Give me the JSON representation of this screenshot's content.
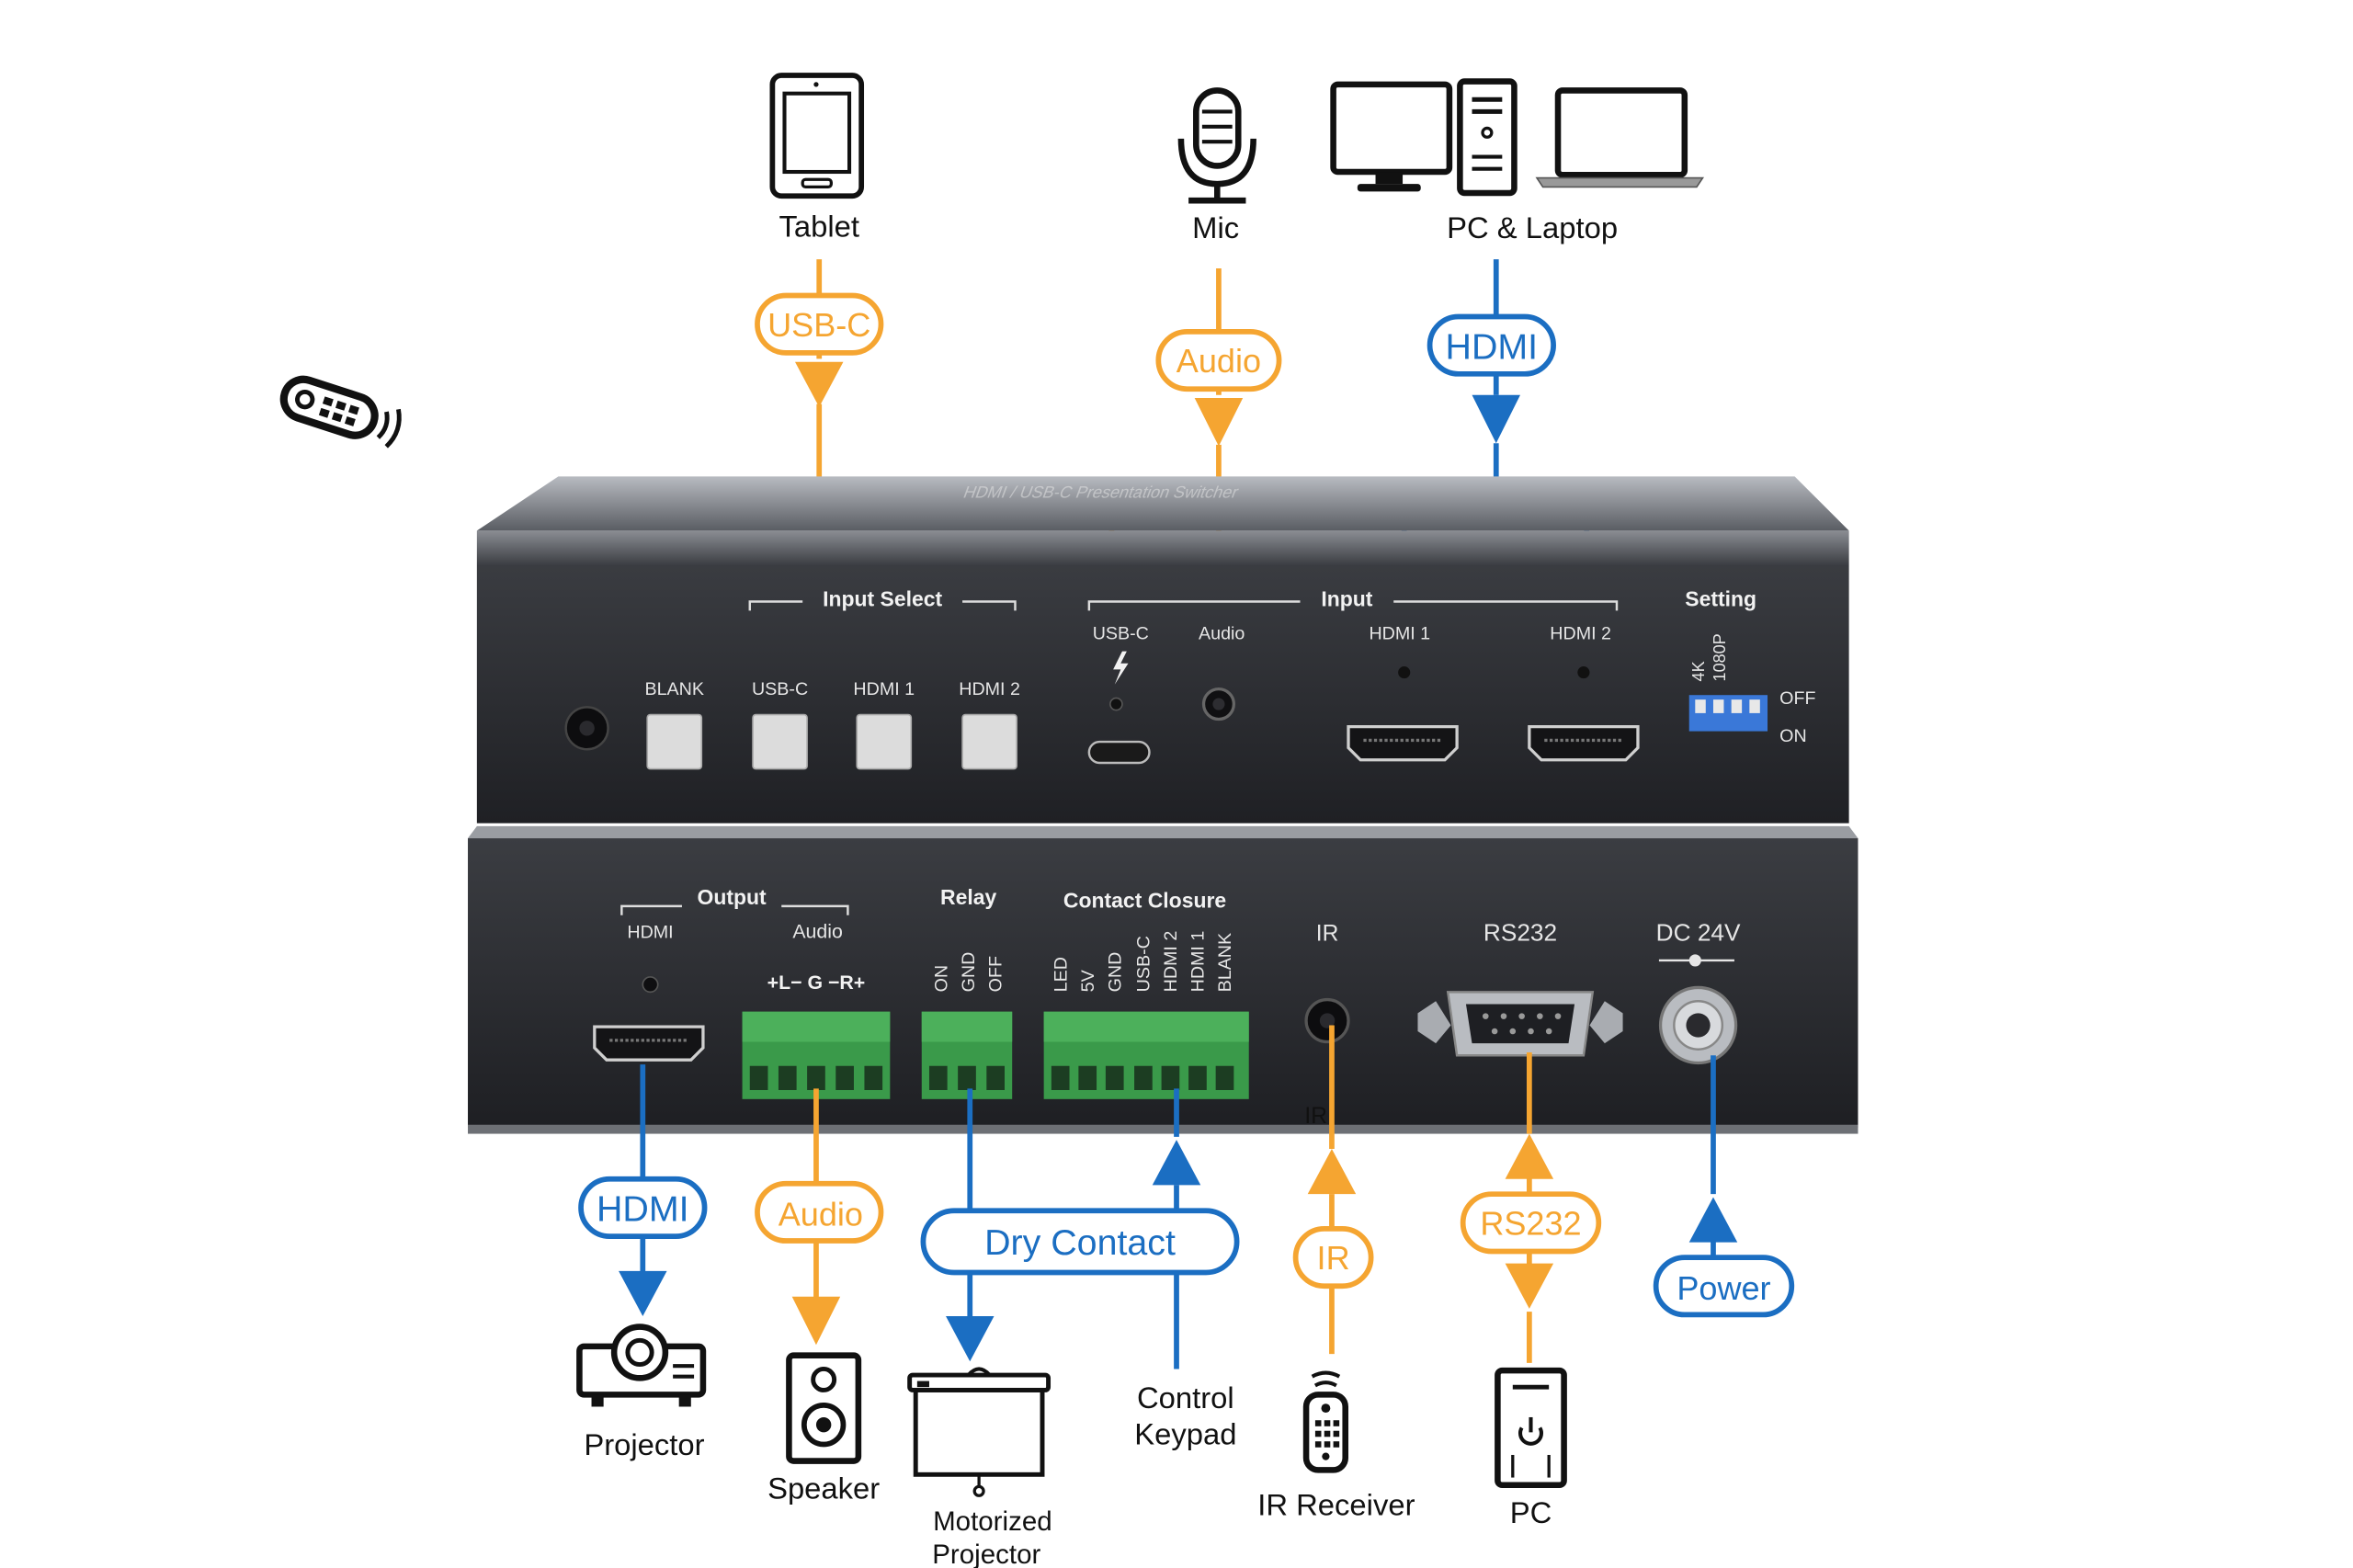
{
  "colors": {
    "orange": "#F5A531",
    "blue": "#1B6EC2",
    "device_body": "#2b2d31",
    "label_white": "#ffffff",
    "terminal_green": "#3a9a4a",
    "dip_blue": "#3a78d8",
    "button_grey": "#dcdcdc"
  },
  "top_devices": {
    "tablet": {
      "label": "Tablet",
      "icon": "tablet-icon"
    },
    "mic": {
      "label": "Mic",
      "icon": "microphone-icon"
    },
    "pc_laptop": {
      "label": "PC & Laptop",
      "icon": "pc-laptop-icon"
    }
  },
  "top_connections": {
    "usb_c": "USB-C",
    "audio": "Audio",
    "hdmi": "HDMI"
  },
  "front_panel": {
    "title_print": "HDMI / USB-C Presentation Switcher",
    "input_select": "Input Select",
    "buttons": [
      "BLANK",
      "USB-C",
      "HDMI 1",
      "HDMI 2"
    ],
    "input": "Input",
    "ports": [
      "USB-C",
      "Audio",
      "HDMI 1",
      "HDMI 2"
    ],
    "setting": "Setting",
    "dip_labels": [
      "4K",
      "1080P"
    ],
    "off": "OFF",
    "on": "ON"
  },
  "rear_panel": {
    "output": "Output",
    "hdmi": "HDMI",
    "audio": "Audio",
    "audio_pins": "+L−  G  −R+",
    "relay": "Relay",
    "relay_pins": [
      "ON",
      "GND",
      "OFF"
    ],
    "contact_closure": "Contact Closure",
    "cc_pins": [
      "LED",
      "5V",
      "GND",
      "USB-C",
      "HDMI 2",
      "HDMI 1",
      "BLANK"
    ],
    "ir": "IR",
    "rs232": "RS232",
    "dc": "DC 24V",
    "ir_under": "IR"
  },
  "bottom_connections": {
    "hdmi": "HDMI",
    "audio": "Audio",
    "dry_contact": "Dry Contact",
    "ir": "IR",
    "rs232": "RS232",
    "power": "Power"
  },
  "bottom_devices": {
    "projector": "Projector",
    "speaker": "Speaker",
    "motorized_projector": [
      "Motorized",
      "Projector"
    ],
    "control_keypad": [
      "Control",
      "Keypad"
    ],
    "ir_receiver": "IR Receiver",
    "pc": "PC"
  }
}
